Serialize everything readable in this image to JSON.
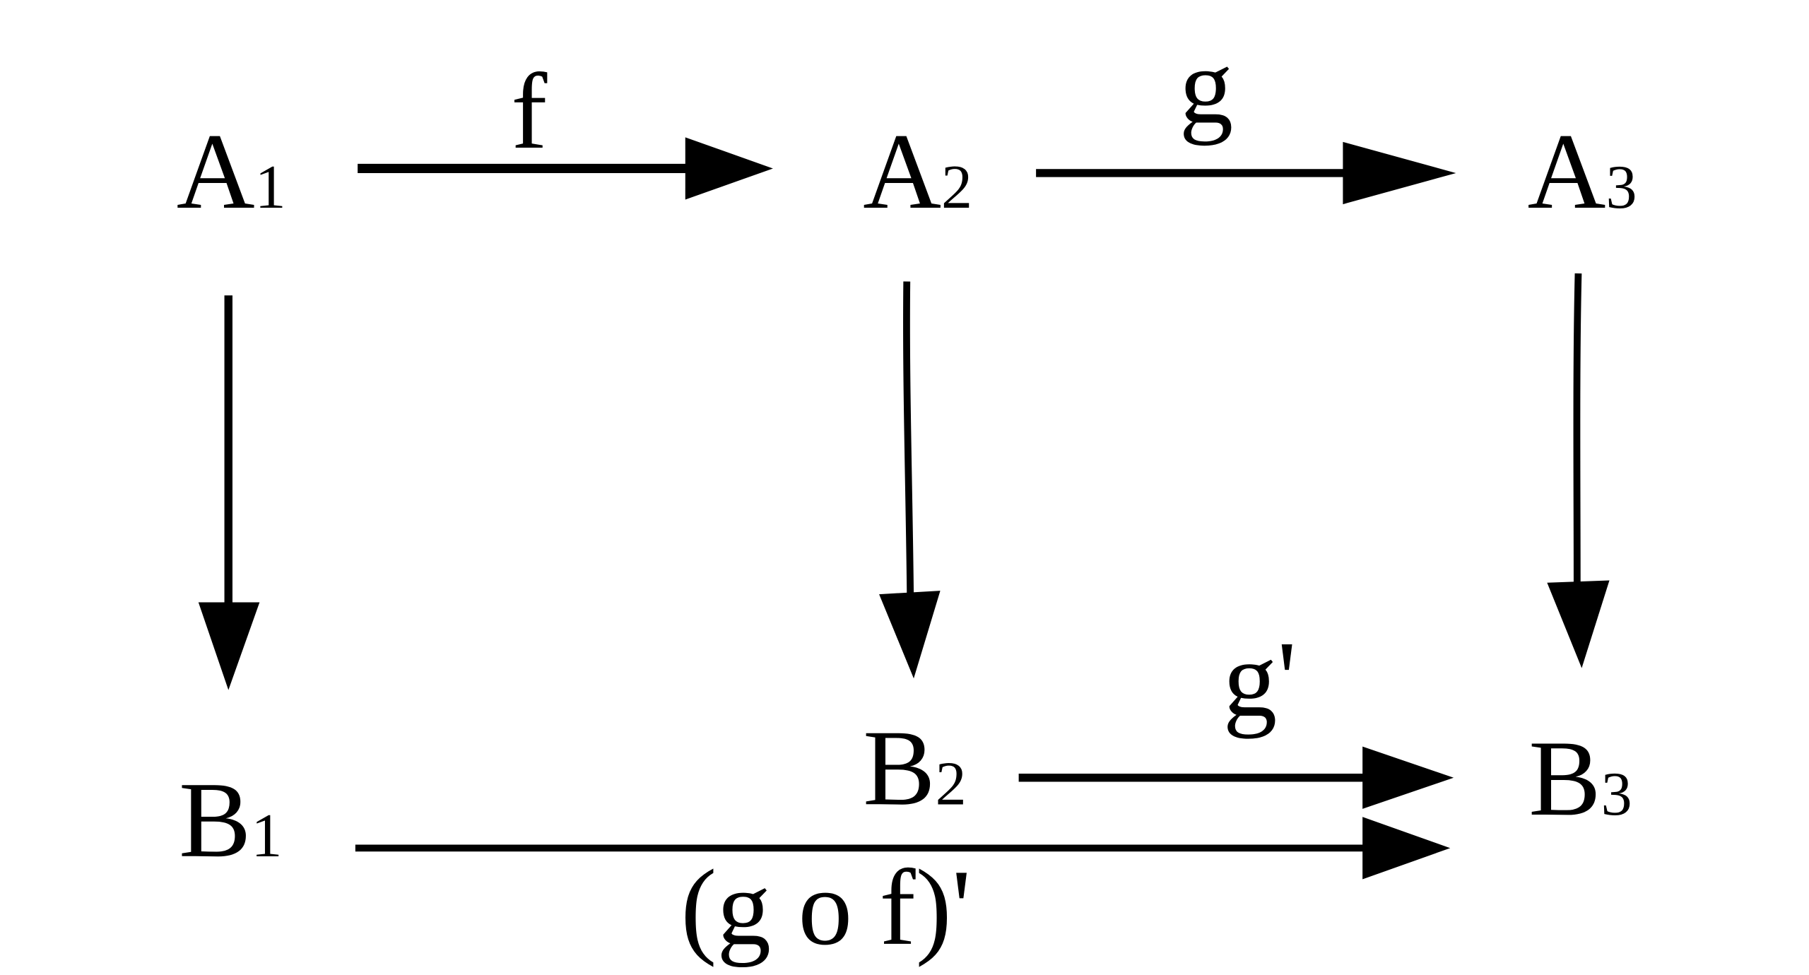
{
  "diagram": {
    "type": "commutative-diagram",
    "colors": {
      "ink": "#000000",
      "background": "#ffffff"
    },
    "nodes": [
      {
        "id": "A1",
        "base": "A",
        "sub": "1"
      },
      {
        "id": "A2",
        "base": "A",
        "sub": "2"
      },
      {
        "id": "A3",
        "base": "A",
        "sub": "3"
      },
      {
        "id": "B1",
        "base": "B",
        "sub": "1"
      },
      {
        "id": "B2",
        "base": "B",
        "sub": "2"
      },
      {
        "id": "B3",
        "base": "B",
        "sub": "3"
      }
    ],
    "edges": [
      {
        "id": "f",
        "from": "A1",
        "to": "A2",
        "label": "f"
      },
      {
        "id": "g",
        "from": "A2",
        "to": "A3",
        "label": "g"
      },
      {
        "id": "v1",
        "from": "A1",
        "to": "B1",
        "label": ""
      },
      {
        "id": "v2",
        "from": "A2",
        "to": "B2",
        "label": ""
      },
      {
        "id": "v3",
        "from": "A3",
        "to": "B3",
        "label": ""
      },
      {
        "id": "gprime",
        "from": "B2",
        "to": "B3",
        "label": "g'"
      },
      {
        "id": "gofprime",
        "from": "B1",
        "to": "B3",
        "label": "(g o f)'"
      }
    ]
  }
}
